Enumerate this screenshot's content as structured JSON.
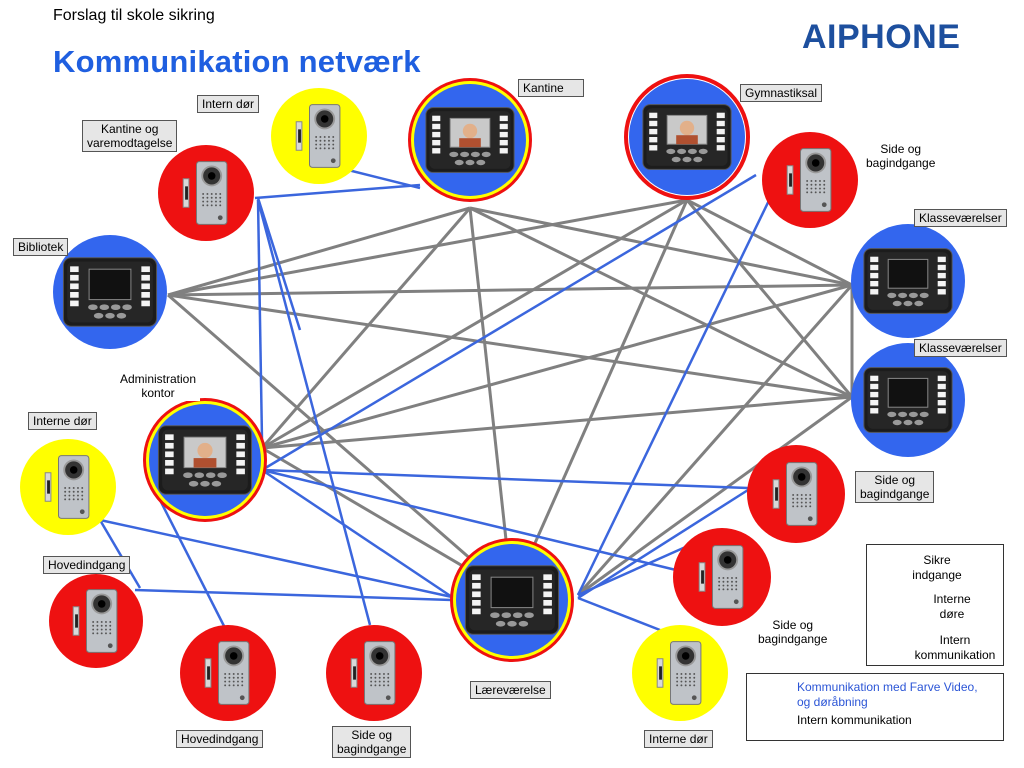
{
  "subtitle": "Forslag til skole sikring",
  "title": "Kommunikation netværk",
  "logo": "AIPHONE",
  "labels": {
    "intern_dor": "Intern dør",
    "kantine_vare_1": "Kantine og",
    "kantine_vare_2": "varemodtagelse",
    "kantine": "Kantine",
    "gymnastiksal": "Gymnastiksal",
    "side_1_a": "Side og",
    "side_1_b": "bagindgange",
    "klasse_1": "Klasseværelser",
    "bibliotek": "Bibliotek",
    "klasse_2": "Klasseværelser",
    "admin_1": "Administration",
    "admin_2": "kontor",
    "interne_dor": "Interne dør",
    "side_2_a": "Side og",
    "side_2_b": "bagindgange",
    "hovedindgang_1": "Hovedindgang",
    "side_3_a": "Side og",
    "side_3_b": "bagindgange",
    "laerevaerelse": "Læreværelse",
    "hovedindgang_2": "Hovedindgang",
    "side_4_a": "Side og",
    "side_4_b": "bagindgange",
    "interne_dor_2": "Interne dør"
  },
  "legend": {
    "secure_1": "Sikre",
    "secure_2": "indgange",
    "internal_1": "Interne",
    "internal_2": "døre",
    "intercom_1": "Intern",
    "intercom_2": "kommunikation",
    "colors": {
      "secure": "#ee1111",
      "internal": "#ffff00",
      "intercom": "#3366ee"
    }
  },
  "line_legend": {
    "video_1": "Kommunikation med Farve Video,",
    "video_2": "og døråbning",
    "intern": "Intern kommunikation",
    "colors": {
      "video": "#3b66dd",
      "intern": "#808080"
    }
  }
}
